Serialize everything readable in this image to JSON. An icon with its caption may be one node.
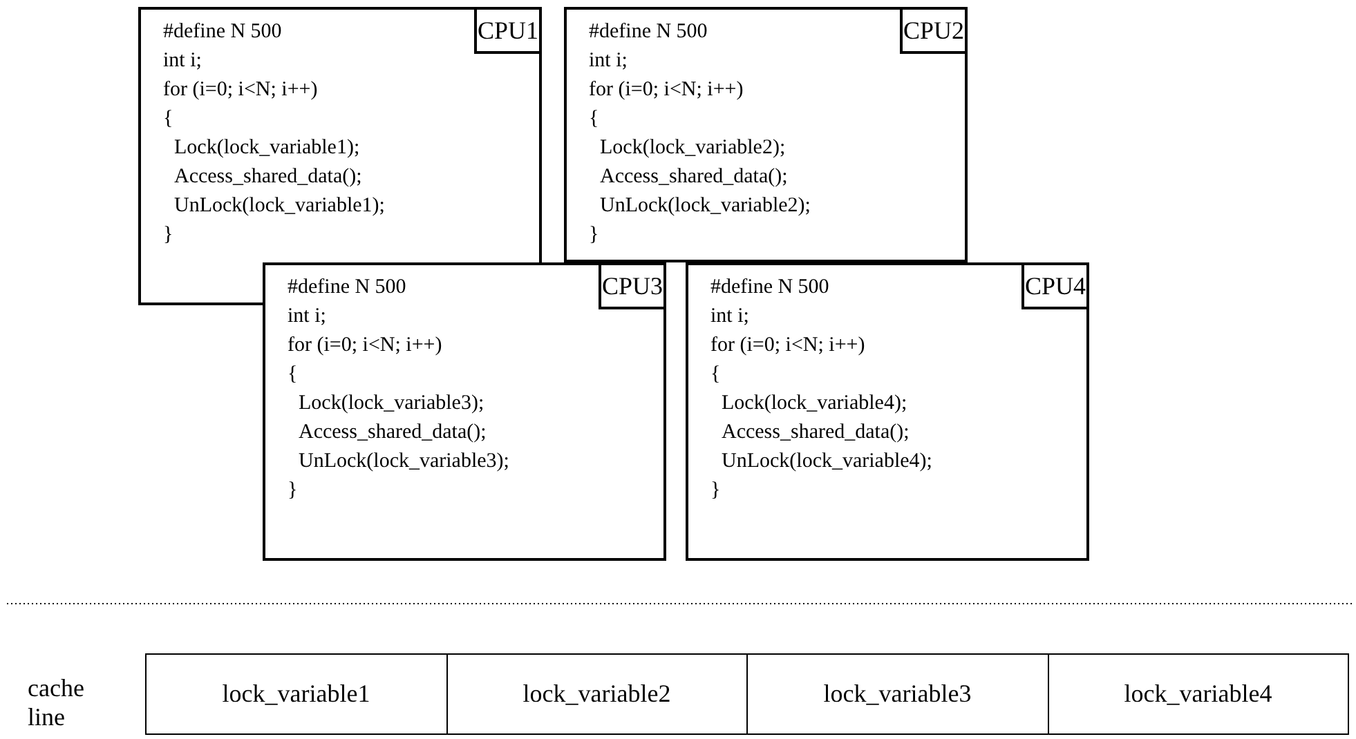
{
  "diagram": {
    "nodes": [
      {
        "text": [
          "#define N 500",
          "int i;",
          "for (i=0; i<N; i++)",
          "{",
          "Lock(lock_variable1);",
          "Access_shared_data();",
          "UnLock(lock_variable1);",
          "}"
        ]
      },
      {
        "text": [
          "CPU1"
        ],
        "in": 0
      },
      {
        "text": [
          "#define N 500",
          "int i;",
          "for (i=0; i<N; i++)",
          "{",
          "Lock(lock_variable2);",
          "Access_shared_data();",
          "UnLock(lock_variable2);",
          "}"
        ]
      },
      {
        "text": [
          "CPU2"
        ],
        "in": 2
      },
      {
        "text": [
          "#define N 500",
          "int i;",
          "for (i=0; i<N; i++)",
          "{",
          "Lock(lock_variable3);",
          "Access_shared_data();",
          "UnLock(lock_variable3);",
          "}"
        ]
      },
      {
        "text": [
          "CPU3"
        ],
        "in": 4
      },
      {
        "text": [
          "#define N 500",
          "int i;",
          "for (i=0; i<N; i++)",
          "{",
          "Lock(lock_variable4);",
          "Access_shared_data();",
          "UnLock(lock_variable4);",
          "}"
        ]
      },
      {
        "text": [
          "CPU4"
        ],
        "in": 6
      },
      {
        "text": [],
        "shape": "bar",
        "beside": [
          "cache line"
        ]
      },
      {
        "text": [
          "lock_variable1"
        ],
        "in": 8
      },
      {
        "text": [
          "lock_variable2"
        ],
        "in": 8
      },
      {
        "text": [
          "lock_variable3"
        ],
        "in": 8
      },
      {
        "text": [
          "lock_variable4"
        ],
        "in": 8
      }
    ],
    "edges": []
  }
}
